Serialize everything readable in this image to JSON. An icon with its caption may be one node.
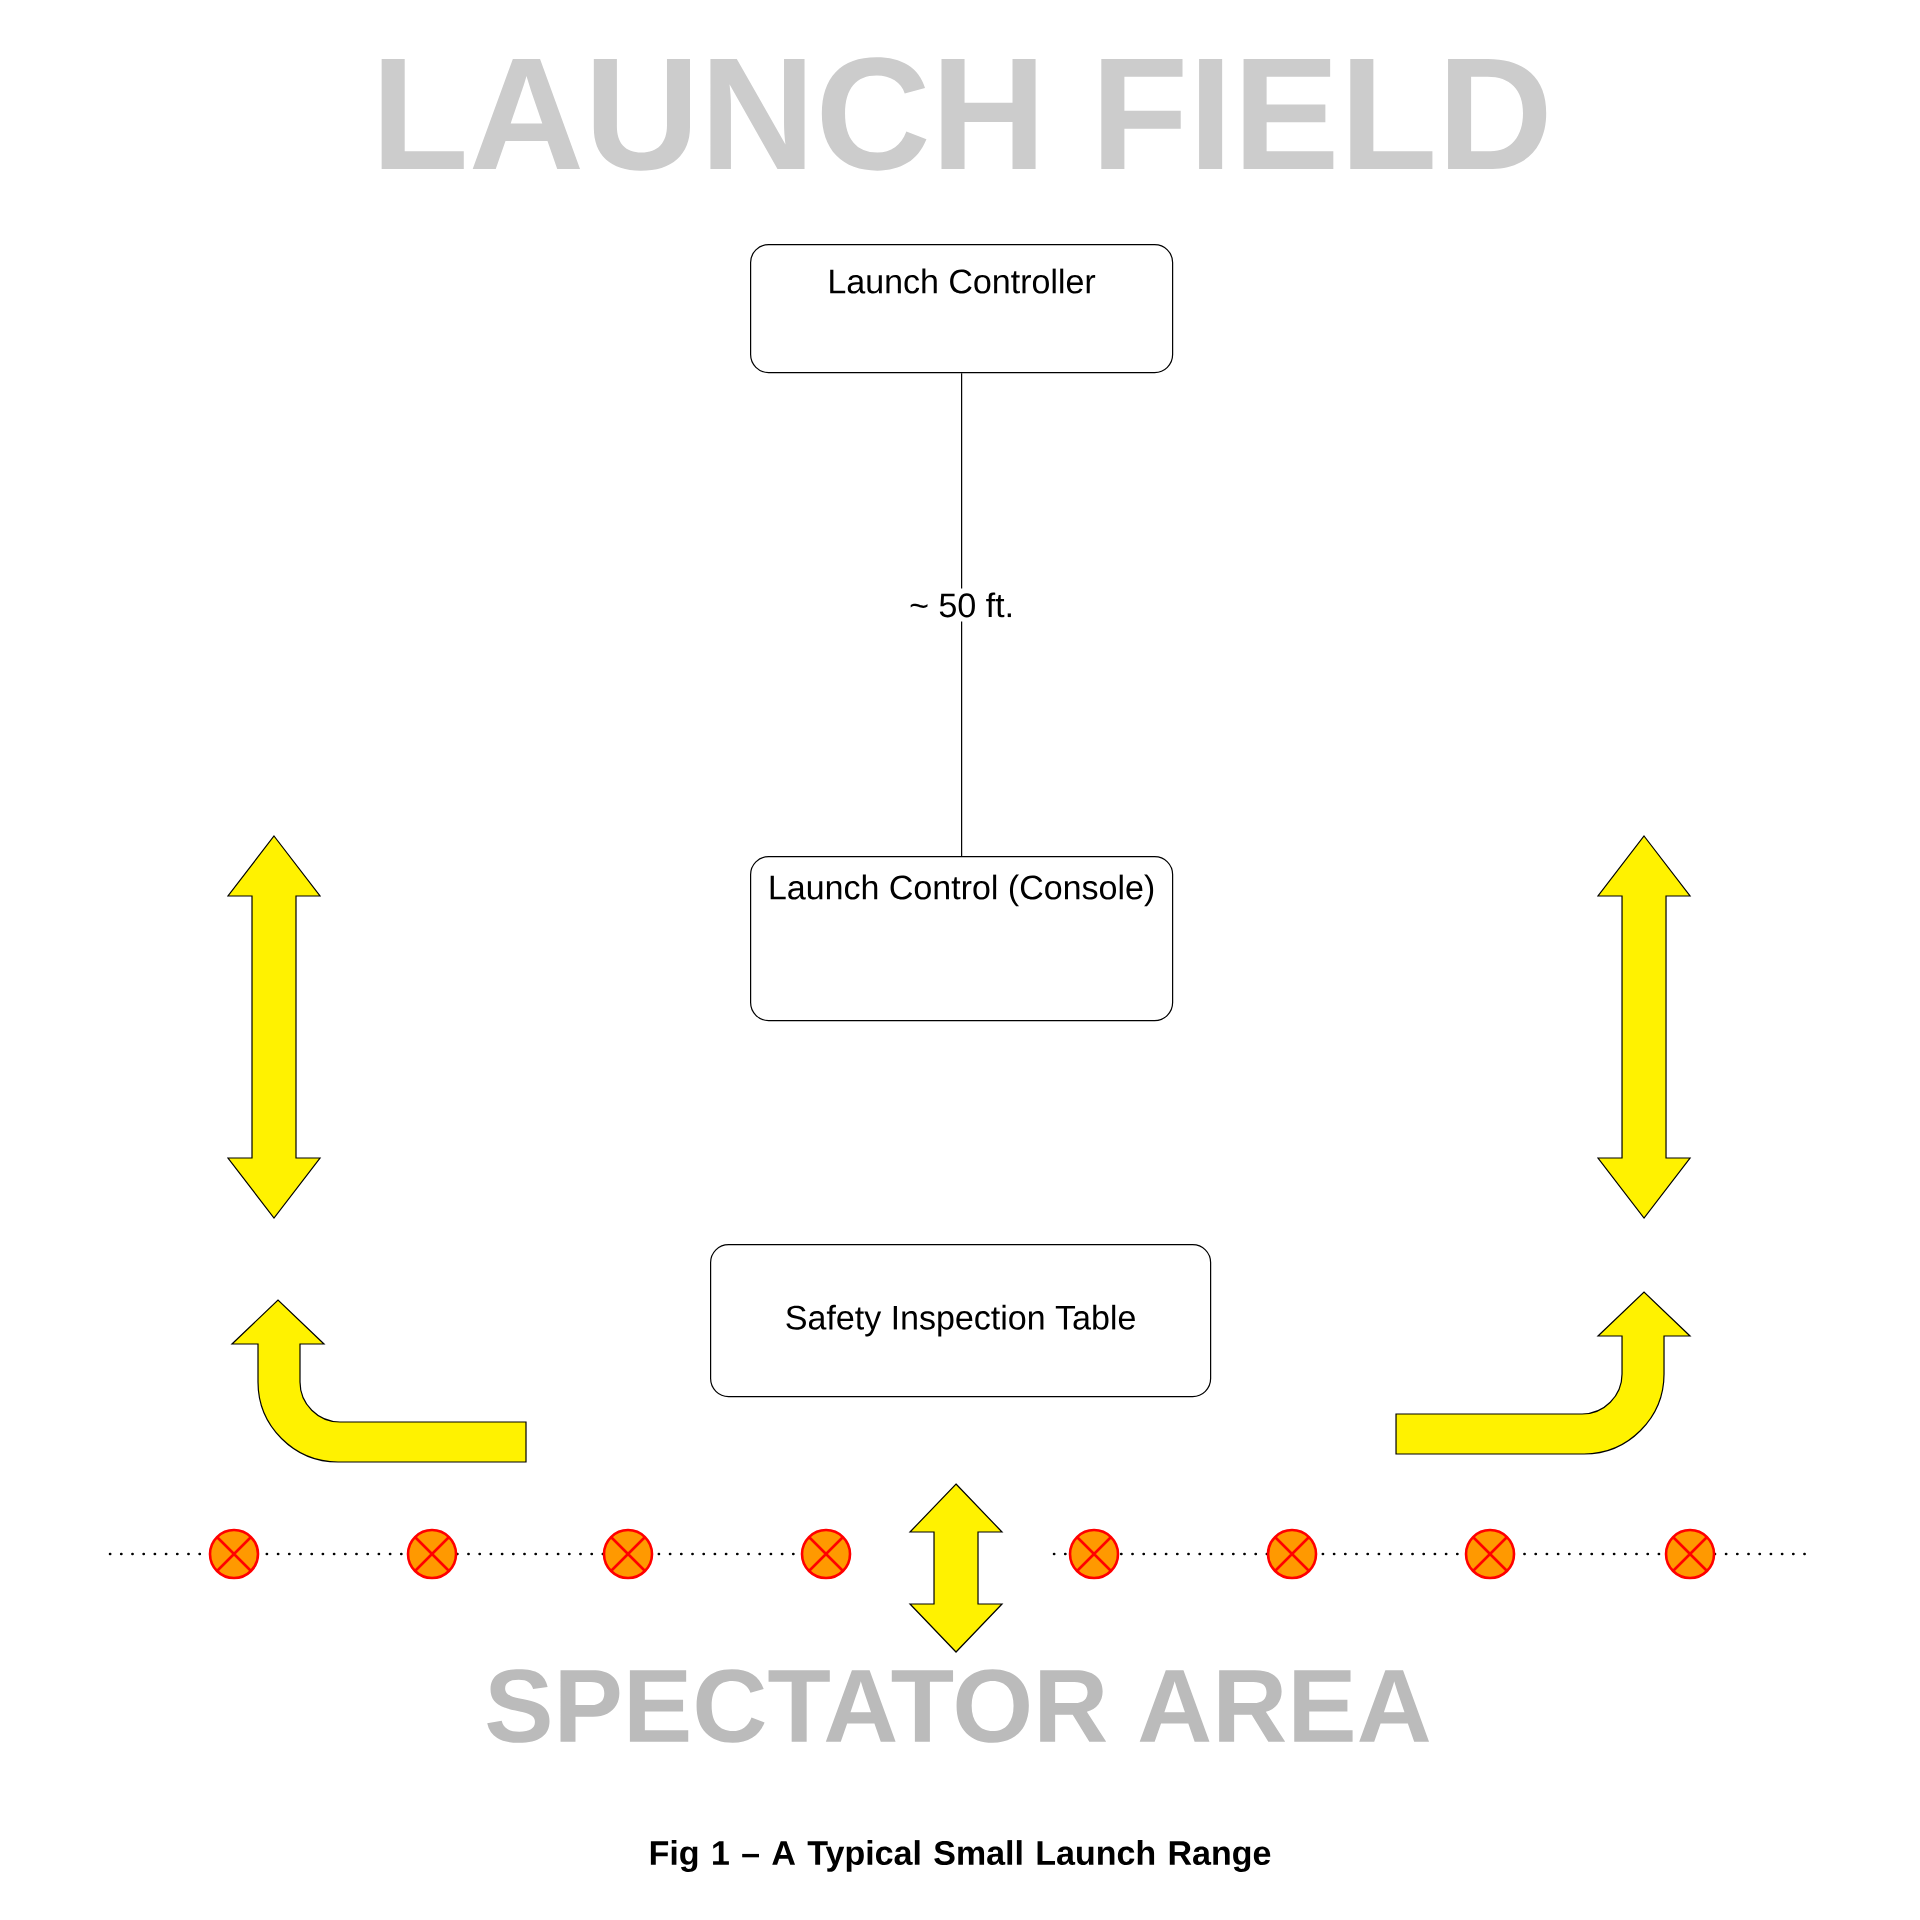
{
  "diagram": {
    "title": "LAUNCH FIELD",
    "caption": "Fig 1 – A Typical Small Launch Range",
    "nodes": [
      {
        "text": [
          "Launch Controller"
        ]
      },
      {
        "text": [
          "Launch Control (Console)"
        ]
      },
      {
        "text": [
          "Safety Inspection Table"
        ]
      }
    ],
    "edges": [
      {
        "from": 0,
        "to": 1,
        "arrow": "none",
        "label": "~ 50 ft."
      }
    ],
    "labels": [
      "SPECTATOR AREA"
    ]
  }
}
